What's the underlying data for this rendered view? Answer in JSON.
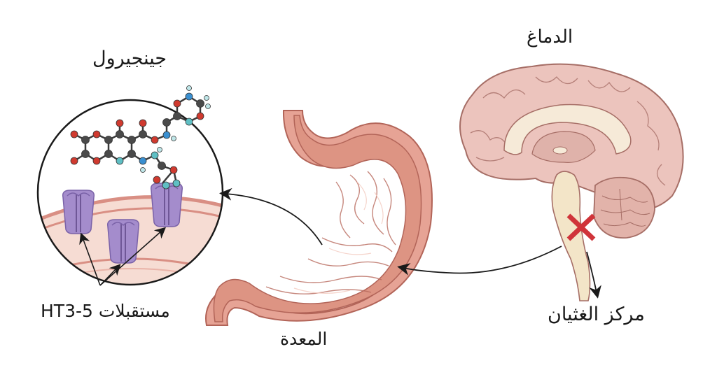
{
  "diagram": {
    "language": "ar",
    "labels": {
      "gingerol": "جينجيرول",
      "receptors": "مستقبلات 5-HT3",
      "stomach": "المعدة",
      "brain": "الدماغ",
      "vomiting_center": "مركز الغثيان"
    },
    "nodes": [
      {
        "id": "brain",
        "label": "الدماغ",
        "icon": "brain-sagittal-icon"
      },
      {
        "id": "vomiting_center",
        "label": "مركز الغثيان",
        "marker": "red-x-block-icon"
      },
      {
        "id": "stomach",
        "label": "المعدة",
        "icon": "stomach-cross-section-icon"
      },
      {
        "id": "zoom_circle",
        "label": "جينجيرول",
        "contents": [
          "gingerol-molecule-icon",
          "5-ht3-receptor-icon x3",
          "cell-membrane"
        ]
      },
      {
        "id": "receptors",
        "label": "مستقبلات 5-HT3"
      }
    ],
    "edges": [
      {
        "from": "brain",
        "to": "stomach",
        "style": "curved-arrow"
      },
      {
        "from": "brain",
        "to": "vomiting_center",
        "style": "arrow"
      },
      {
        "from": "stomach",
        "to": "zoom_circle",
        "style": "curved-arrow"
      },
      {
        "from": "receptors",
        "to": "receptor-1",
        "style": "arrow"
      },
      {
        "from": "receptors",
        "to": "receptor-2",
        "style": "arrow"
      },
      {
        "from": "receptors",
        "to": "receptor-3",
        "style": "arrow"
      }
    ],
    "colors": {
      "block_mark": "#d0343a",
      "receptor": "#9b83c4",
      "receptor_dark": "#7a62a8",
      "tissue": "#e8a79a",
      "tissue_dark": "#c4756a",
      "brain": "#ecc4bd",
      "brainstem": "#f3e5c8",
      "atom_carbon": "#4a4a4a",
      "atom_oxygen": "#d03a2f",
      "atom_nitrogen": "#3a8fd0",
      "atom_hydrogen": "#8fd3d8",
      "arrow": "#1a1a1a"
    }
  }
}
